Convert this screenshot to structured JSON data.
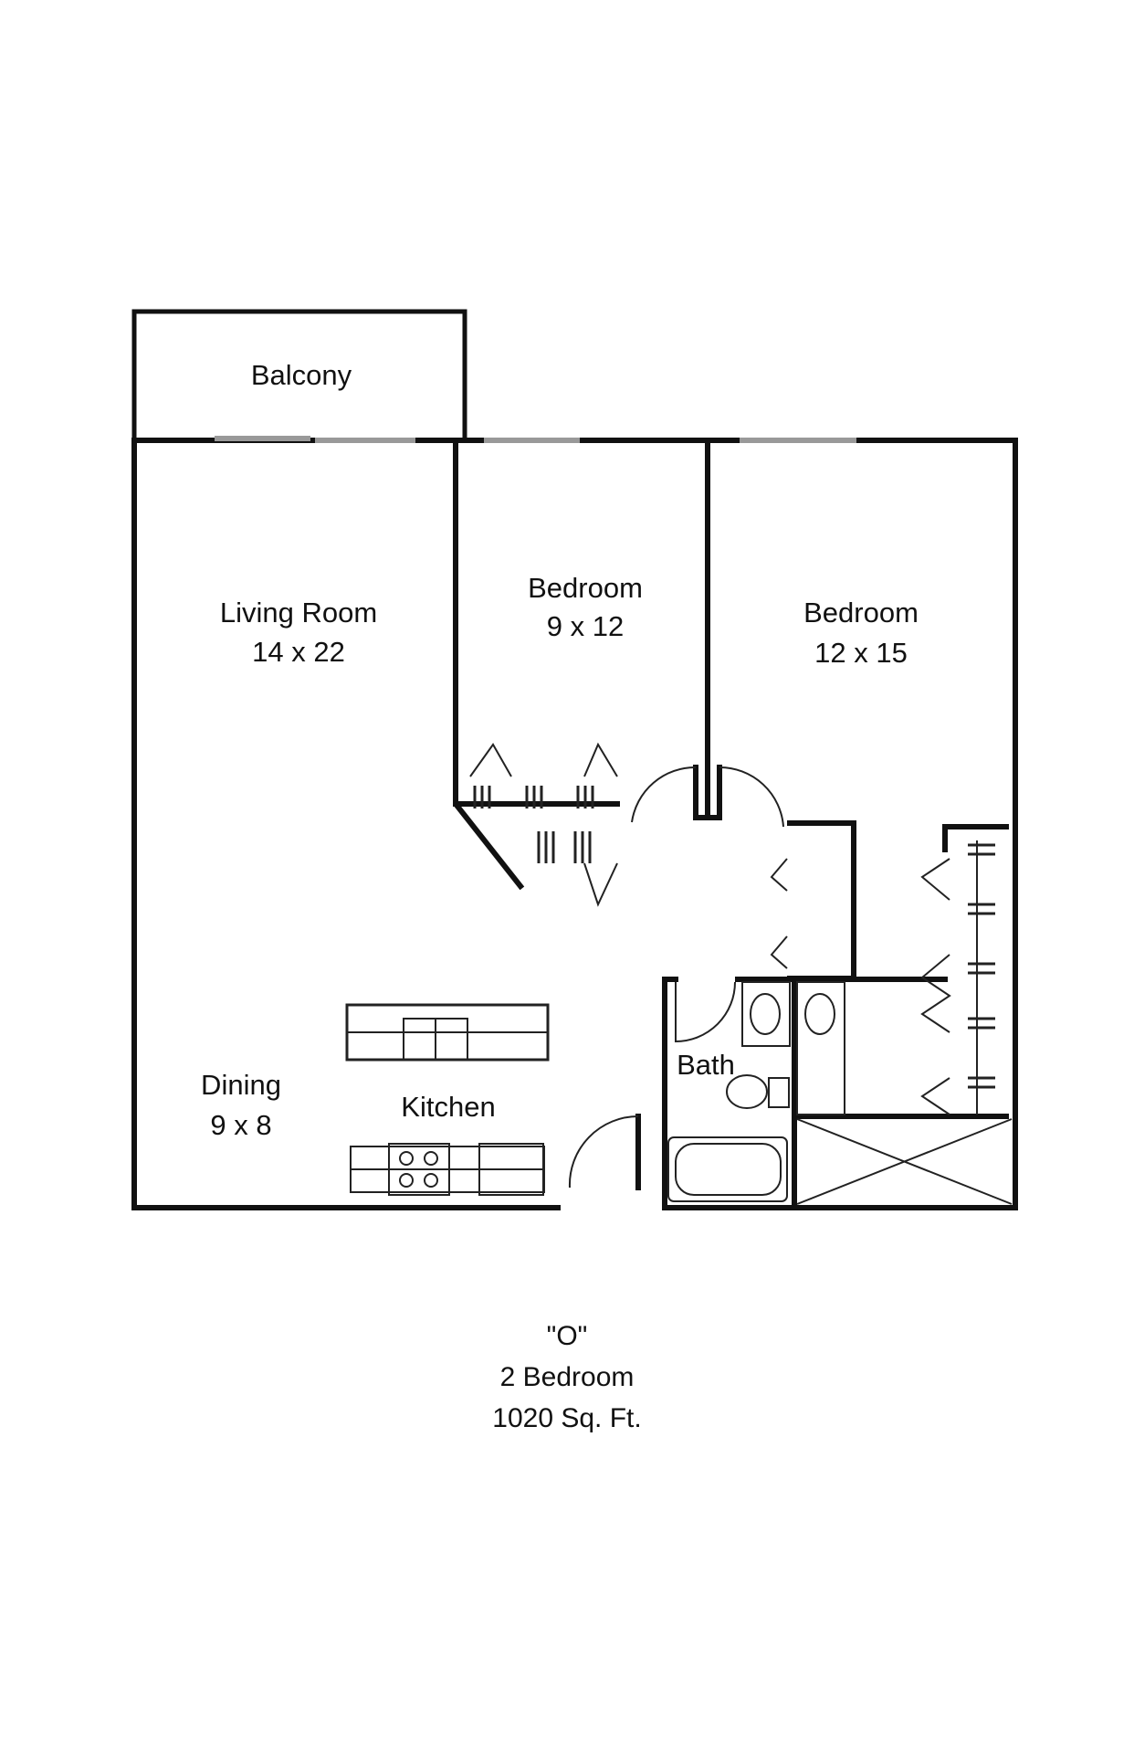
{
  "rooms": {
    "balcony": {
      "name": "Balcony"
    },
    "living": {
      "name": "Living Room",
      "size": "14 x 22"
    },
    "bedroom1": {
      "name": "Bedroom",
      "size": "9 x 12"
    },
    "bedroom2": {
      "name": "Bedroom",
      "size": "12 x 15"
    },
    "dining": {
      "name": "Dining",
      "size": "9 x 8"
    },
    "kitchen": {
      "name": "Kitchen"
    },
    "bath": {
      "name": "Bath"
    }
  },
  "caption": {
    "unit": "\"O\"",
    "type": "2 Bedroom",
    "area": "1020 Sq. Ft."
  },
  "colors": {
    "wall": "#111111",
    "window": "#9a9a9a"
  }
}
